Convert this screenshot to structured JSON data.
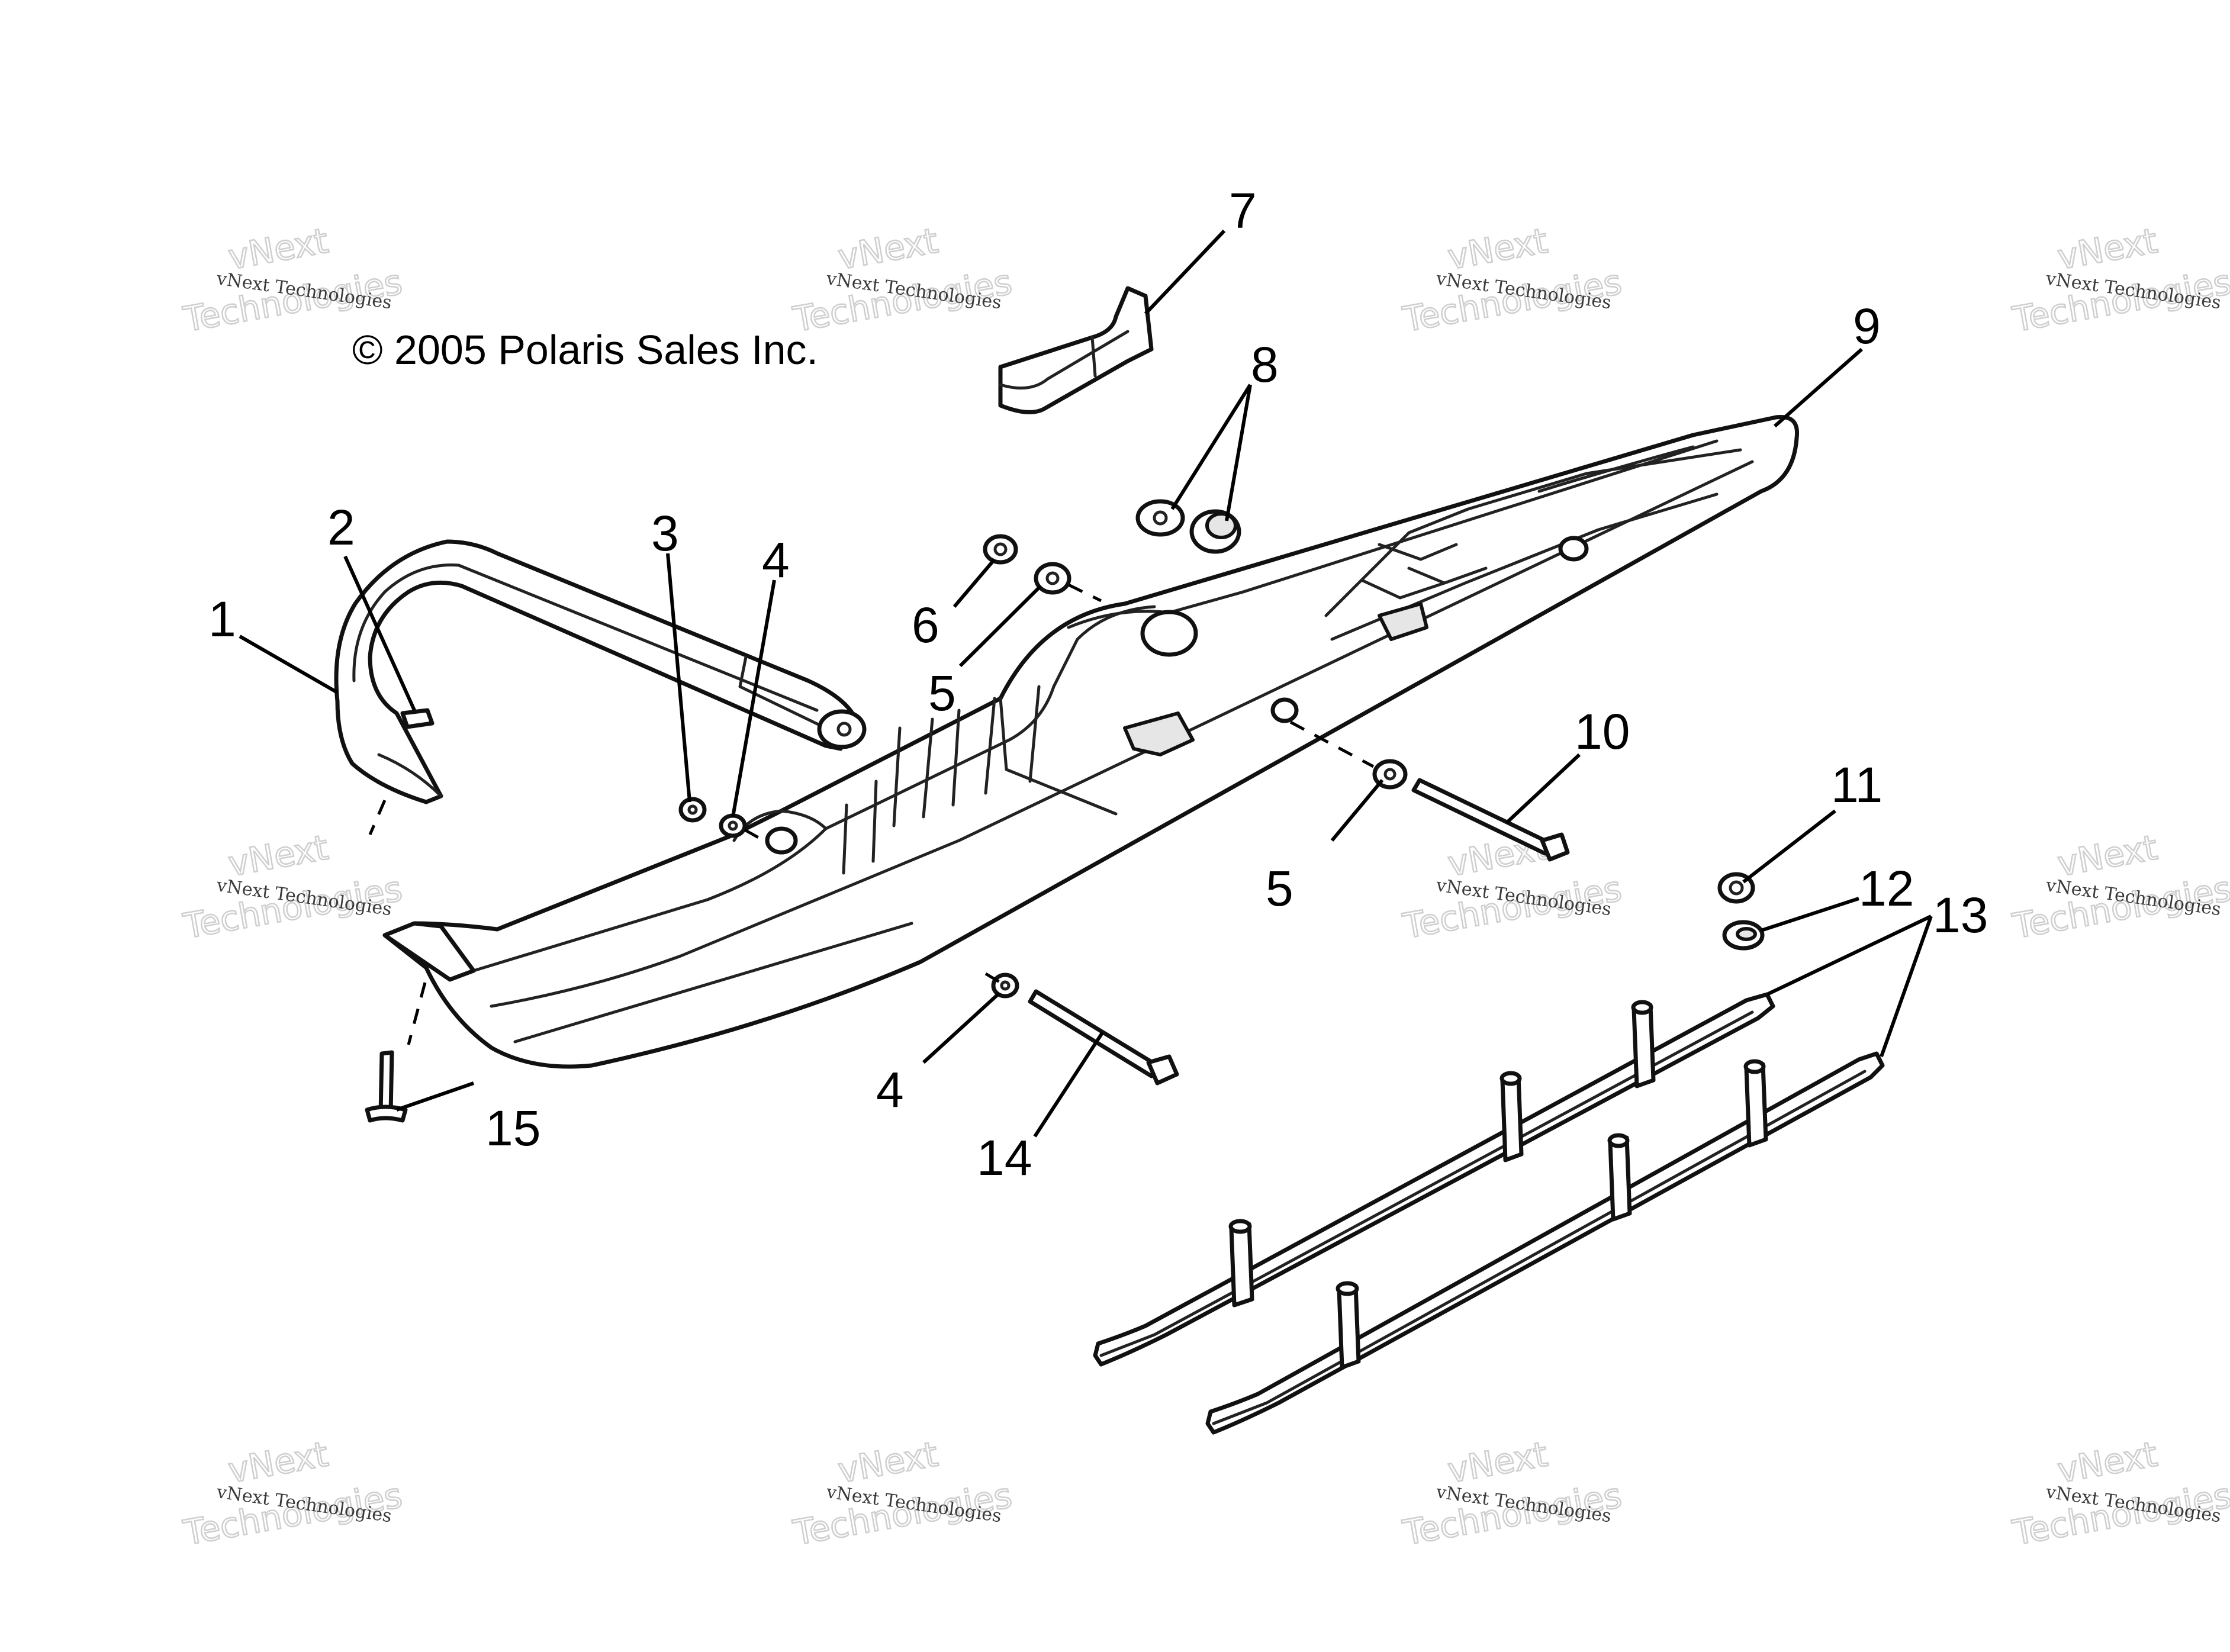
{
  "copyright": "© 2005 Polaris Sales Inc.",
  "watermark": {
    "line1": "vNext",
    "line2": "Technologies",
    "small": "vNext Technologies"
  },
  "callouts": [
    "1",
    "2",
    "3",
    "4",
    "4",
    "5",
    "5",
    "6",
    "7",
    "8",
    "9",
    "10",
    "11",
    "12",
    "13",
    "14",
    "15"
  ],
  "colors": {
    "line": "#111111",
    "paper": "#ffffff",
    "watermark": "#cfcfcf"
  }
}
